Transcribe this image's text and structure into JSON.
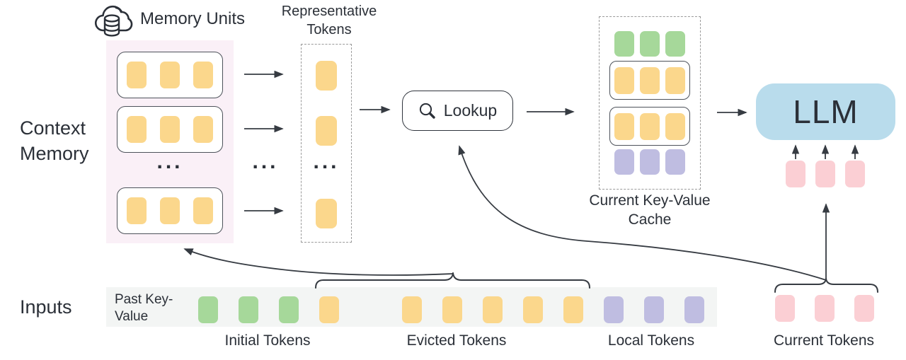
{
  "labels": {
    "memory_units": "Memory Units",
    "context_memory": "Context Memory",
    "representative_tokens": "Representative Tokens",
    "lookup": "Lookup",
    "current_kv_cache": "Current Key-Value Cache",
    "llm": "LLM",
    "inputs": "Inputs",
    "past_key_value": "Past Key-Value",
    "initial_tokens": "Initial Tokens",
    "evicted_tokens": "Evicted Tokens",
    "local_tokens": "Local Tokens",
    "current_tokens": "Current Tokens",
    "ellipsis": "..."
  },
  "colors": {
    "yellow_token": "#FBD78C",
    "green_token": "#A6D89A",
    "purple_token": "#BFBDE1",
    "pink_token": "#FBCFD4",
    "llm_box": "#B9DCEC",
    "memory_panel_bg": "#FAF0F7",
    "inputs_strip_bg": "#F3F5F4",
    "line": "#363B42",
    "text": "#2B3038"
  },
  "icons": {
    "memory_units_icon": "cloud-database",
    "lookup_icon": "magnifier"
  },
  "token_groups": {
    "memory_row_1": {
      "count": 3,
      "color": "#FBD78C"
    },
    "memory_row_2": {
      "count": 3,
      "color": "#FBD78C"
    },
    "memory_row_3": {
      "count": 3,
      "color": "#FBD78C"
    },
    "rep_token_1": {
      "count": 1,
      "color": "#FBD78C"
    },
    "rep_token_2": {
      "count": 1,
      "color": "#FBD78C"
    },
    "rep_token_3": {
      "count": 1,
      "color": "#FBD78C"
    },
    "cache_initial": {
      "count": 3,
      "color": "#A6D89A"
    },
    "cache_unit_1": {
      "count": 3,
      "color": "#FBD78C"
    },
    "cache_unit_2": {
      "count": 3,
      "color": "#FBD78C"
    },
    "cache_local": {
      "count": 3,
      "color": "#BFBDE1"
    },
    "llm_input": {
      "count": 3,
      "color": "#FBCFD4"
    },
    "strip_initial": {
      "count": 3,
      "color": "#A6D89A"
    },
    "strip_evicted_head": {
      "count": 1,
      "color": "#FBD78C"
    },
    "strip_evicted": {
      "count": 5,
      "color": "#FBD78C"
    },
    "strip_local": {
      "count": 3,
      "color": "#BFBDE1"
    },
    "current": {
      "count": 3,
      "color": "#FBCFD4"
    }
  }
}
